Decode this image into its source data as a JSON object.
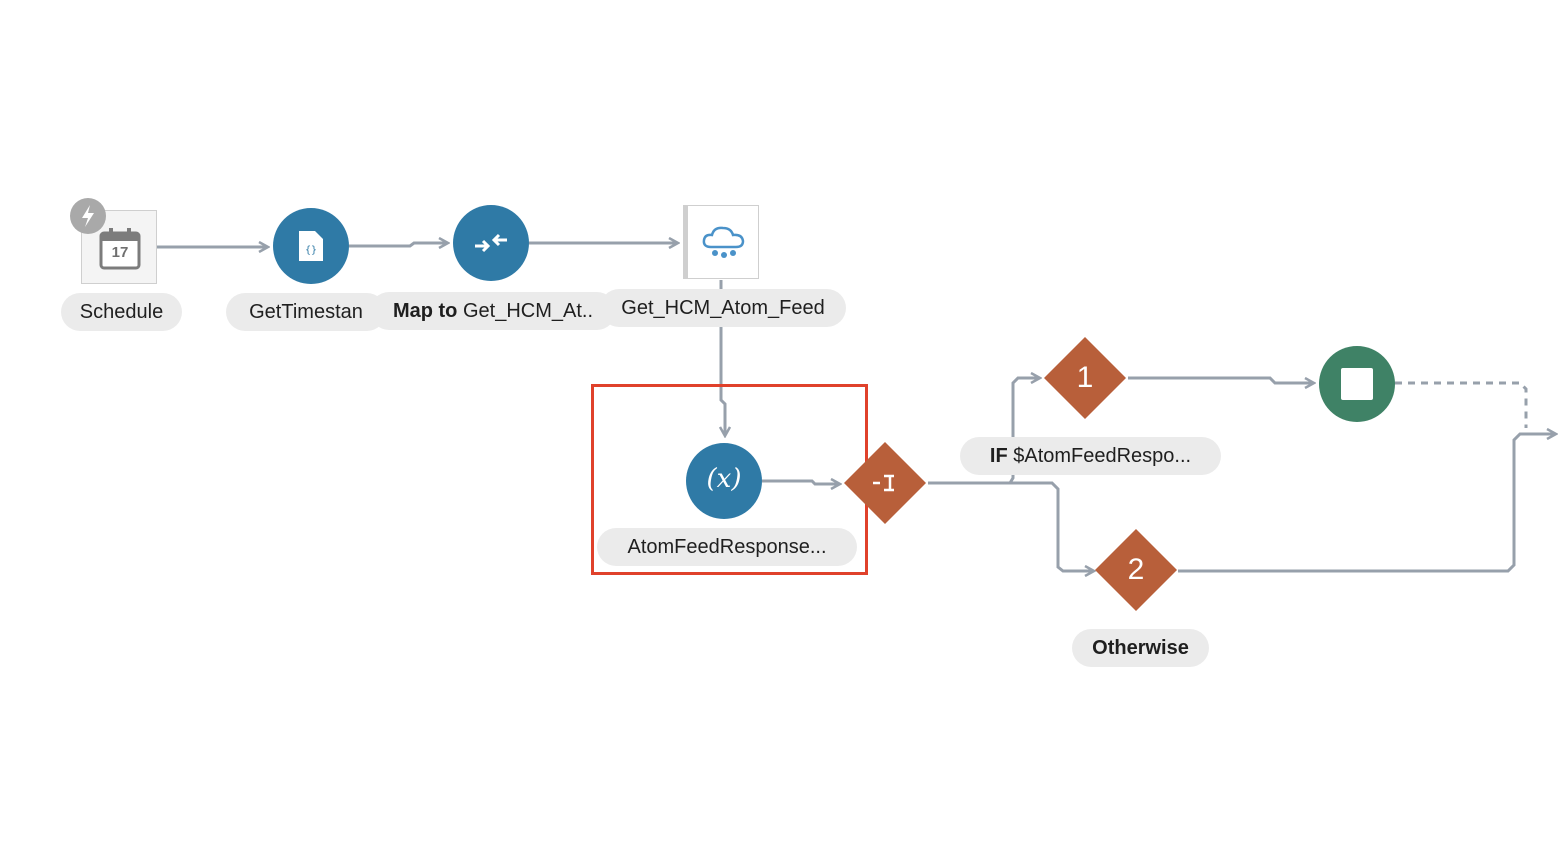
{
  "colors": {
    "connector": "#97a0ab",
    "action_blue": "#2f7aa6",
    "switch_orange": "#b85f3a",
    "end_green": "#3f8266",
    "highlight_red": "#e0412b",
    "label_bg": "#ebebeb"
  },
  "nodes": {
    "schedule": {
      "label": "Schedule",
      "icon": "calendar-icon",
      "badge_icon": "lightning-bolt-icon",
      "calendar_day": "17"
    },
    "get_timestamp": {
      "label": "GetTimestan",
      "icon": "json-file-icon"
    },
    "map": {
      "label_bold": "Map to",
      "label_rest": " Get_HCM_At..",
      "icon": "map-arrows-icon"
    },
    "atom_feed": {
      "label": "Get_HCM_Atom_Feed",
      "icon": "cloud-connection-icon"
    },
    "assign": {
      "label": "AtomFeedResponse...",
      "icon_text": "(x)"
    },
    "switch": {
      "icon": "switch-branch-icon"
    },
    "route1": {
      "number": "1",
      "label_bold": "IF",
      "label_rest": " $AtomFeedRespo..."
    },
    "route2": {
      "number": "2",
      "label": "Otherwise"
    },
    "end": {
      "icon": "stop-square-icon"
    }
  }
}
